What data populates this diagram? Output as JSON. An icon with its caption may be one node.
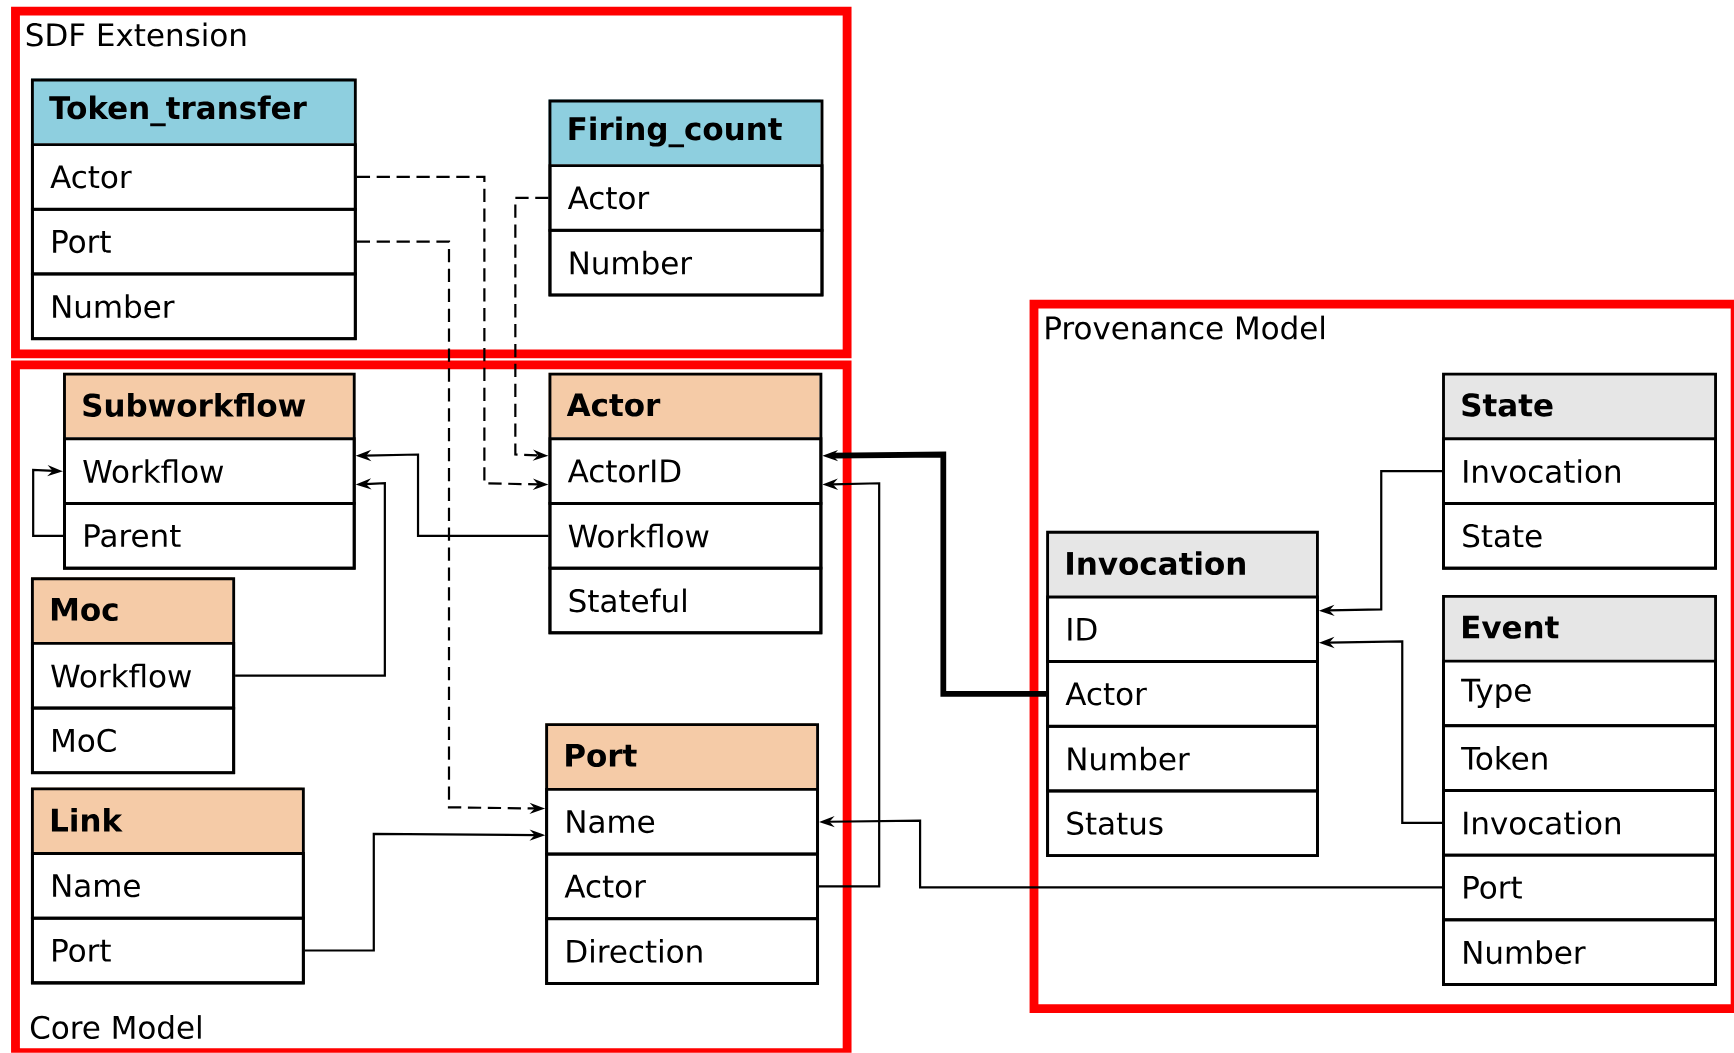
{
  "diagram": {
    "nodes": [
      {
        "text": [
          "SDF Extension"
        ]
      },
      {
        "text": [
          "Token_transfer"
        ],
        "in": 0
      },
      {
        "text": [
          "Actor"
        ],
        "in": 1
      },
      {
        "text": [
          "Port"
        ],
        "in": 1
      },
      {
        "text": [
          "Number"
        ],
        "in": 1
      },
      {
        "text": [
          "Firing_count"
        ],
        "in": 0
      },
      {
        "text": [
          "Actor"
        ],
        "in": 5
      },
      {
        "text": [
          "Number"
        ],
        "in": 5
      },
      {
        "text": [
          "Core Model"
        ]
      },
      {
        "text": [
          "Subworkflow"
        ],
        "in": 8
      },
      {
        "text": [
          "Workflow"
        ],
        "in": 9
      },
      {
        "text": [
          "Parent"
        ],
        "in": 9
      },
      {
        "text": [
          "Moc"
        ],
        "in": 8
      },
      {
        "text": [
          "Workflow"
        ],
        "in": 12
      },
      {
        "text": [
          "MoC"
        ],
        "in": 12
      },
      {
        "text": [
          "Link"
        ],
        "in": 8
      },
      {
        "text": [
          "Name"
        ],
        "in": 15
      },
      {
        "text": [
          "Port"
        ],
        "in": 15
      },
      {
        "text": [
          "Actor"
        ],
        "in": 8
      },
      {
        "text": [
          "ActorID"
        ],
        "in": 18
      },
      {
        "text": [
          "Workflow"
        ],
        "in": 18
      },
      {
        "text": [
          "Stateful"
        ],
        "in": 18
      },
      {
        "text": [
          "Port"
        ],
        "in": 8
      },
      {
        "text": [
          "Name"
        ],
        "in": 22
      },
      {
        "text": [
          "Actor"
        ],
        "in": 22
      },
      {
        "text": [
          "Direction"
        ],
        "in": 22
      },
      {
        "text": [
          "Provenance Model"
        ]
      },
      {
        "text": [
          "State"
        ],
        "in": 26
      },
      {
        "text": [
          "Invocation"
        ],
        "in": 27
      },
      {
        "text": [
          "State"
        ],
        "in": 27
      },
      {
        "text": [
          "Invocation"
        ],
        "in": 26
      },
      {
        "text": [
          "ID"
        ],
        "in": 30
      },
      {
        "text": [
          "Actor"
        ],
        "in": 30
      },
      {
        "text": [
          "Number"
        ],
        "in": 30
      },
      {
        "text": [
          "Status"
        ],
        "in": 30
      },
      {
        "text": [
          "Event"
        ],
        "in": 26
      },
      {
        "text": [
          "Type"
        ],
        "in": 35
      },
      {
        "text": [
          "Token"
        ],
        "in": 35
      },
      {
        "text": [
          "Invocation"
        ],
        "in": 35
      },
      {
        "text": [
          "Port"
        ],
        "in": 35
      },
      {
        "text": [
          "Number"
        ],
        "in": 35
      }
    ],
    "edges": [
      {
        "from": 2,
        "to": 19,
        "arrow": "to",
        "style": "dashed"
      },
      {
        "from": 6,
        "to": 19,
        "arrow": "to",
        "style": "dashed"
      },
      {
        "from": 3,
        "to": 23,
        "arrow": "to",
        "style": "dashed"
      },
      {
        "from": 11,
        "to": 10,
        "arrow": "to"
      },
      {
        "from": 20,
        "to": 10,
        "arrow": "to"
      },
      {
        "from": 13,
        "to": 10,
        "arrow": "to"
      },
      {
        "from": 17,
        "to": 23,
        "arrow": "to"
      },
      {
        "from": 32,
        "to": 19,
        "arrow": "to",
        "style": "thick"
      },
      {
        "from": 24,
        "to": 19,
        "arrow": "to"
      },
      {
        "from": 28,
        "to": 31,
        "arrow": "to"
      },
      {
        "from": 38,
        "to": 31,
        "arrow": "to"
      },
      {
        "from": 39,
        "to": 23,
        "arrow": "to"
      }
    ]
  }
}
